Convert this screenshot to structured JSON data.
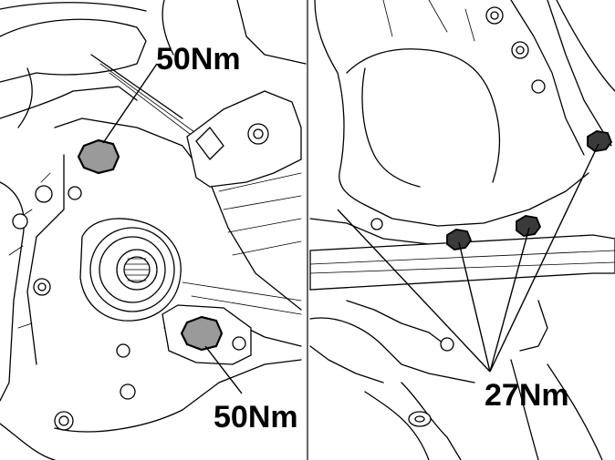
{
  "left_panel": {
    "label_top": "50Nm",
    "label_bottom": "50Nm"
  },
  "right_panel": {
    "label": "27Nm"
  },
  "colors": {
    "highlight_bolt": "#9a9a9a",
    "line": "#000000",
    "background": "#ffffff"
  }
}
